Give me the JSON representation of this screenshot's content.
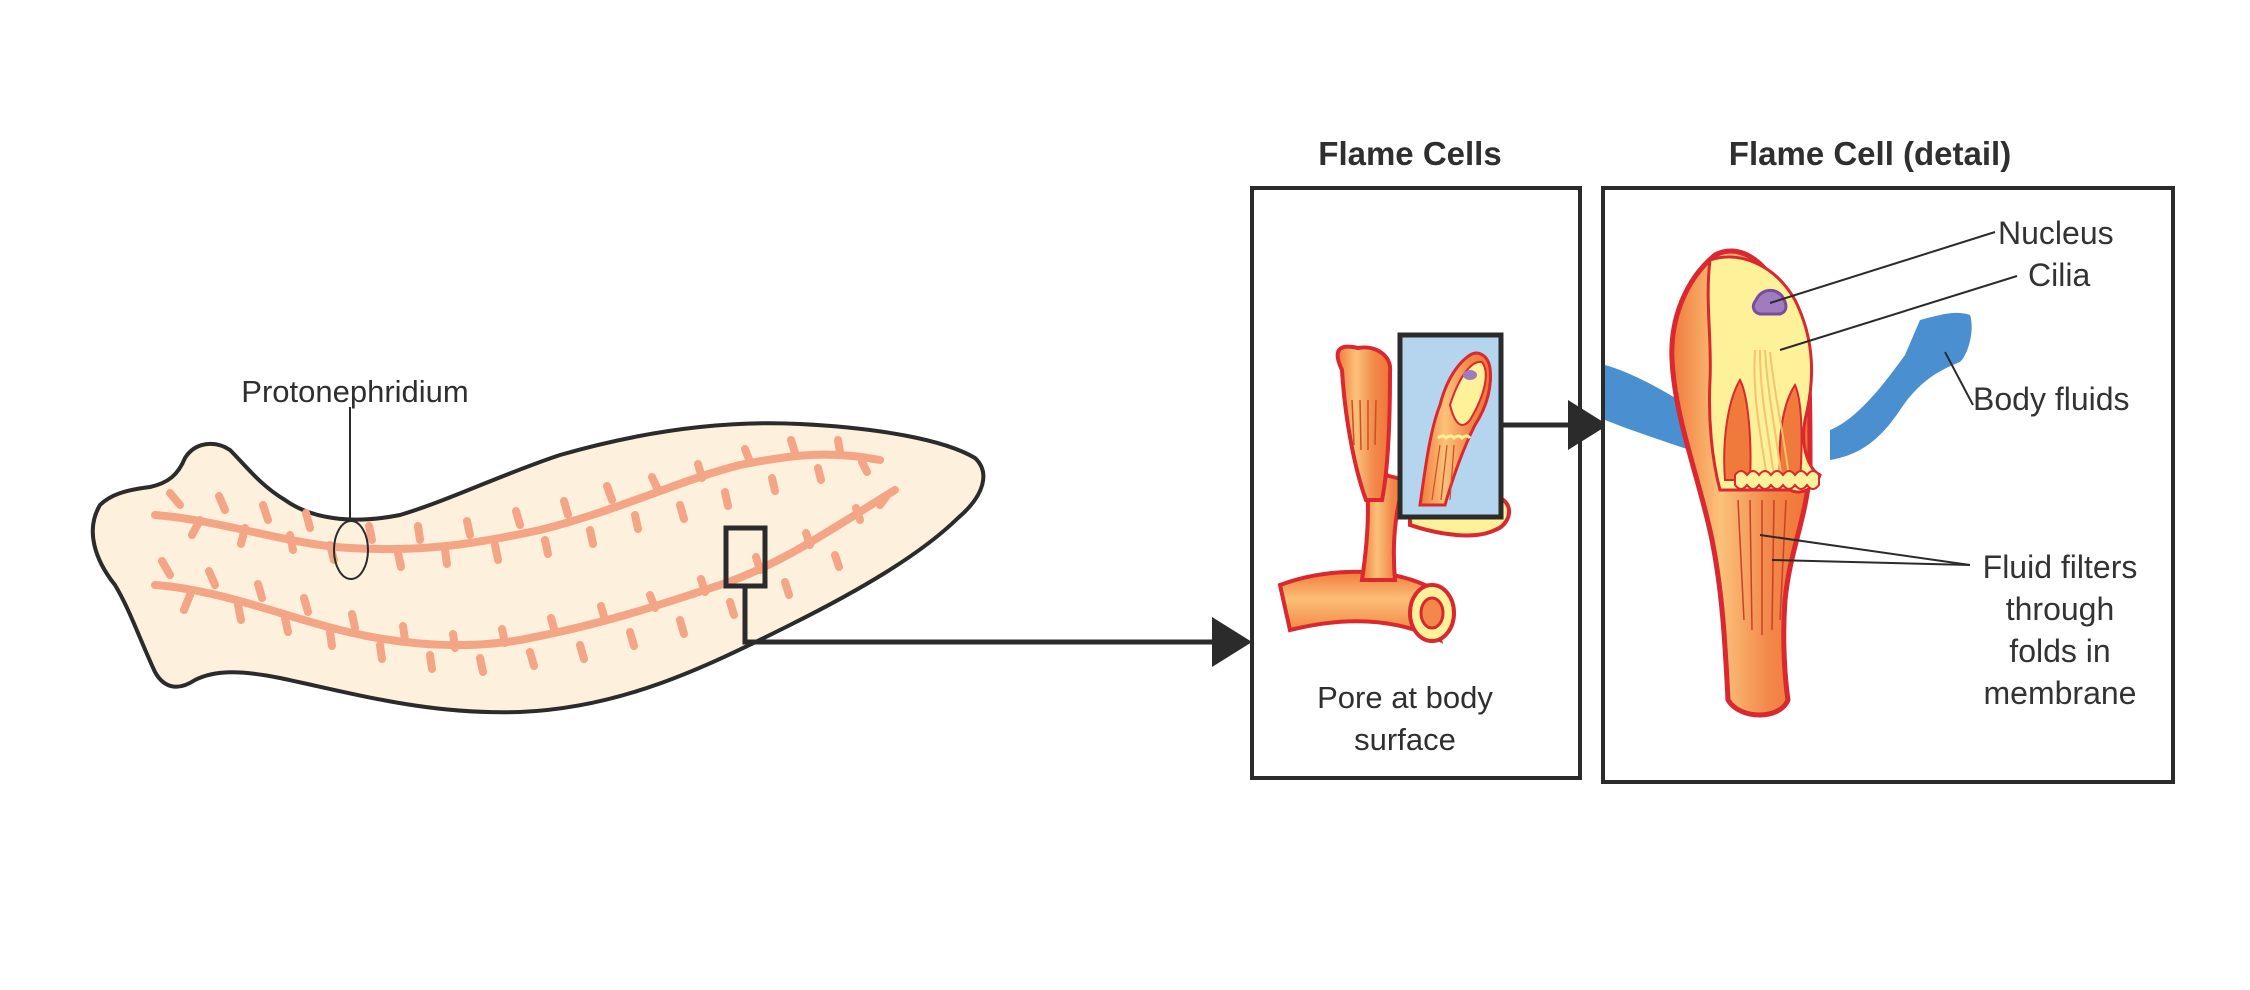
{
  "diagram": {
    "subject": "Protonephridia / flame cell excretory system of a flatworm",
    "worm": {
      "label": "Protonephridium"
    },
    "panels": [
      {
        "title": "Flame Cells",
        "caption_lines": [
          "Pore at body",
          "surface"
        ]
      },
      {
        "title": "Flame Cell (detail)",
        "labels": {
          "nucleus": "Nucleus",
          "cilia": "Cilia",
          "body_fluids": "Body fluids",
          "fluid_filters_lines": [
            "Fluid filters",
            "through",
            "folds in",
            "membrane"
          ]
        }
      }
    ],
    "colors": {
      "worm_body": "#fdf0dc",
      "tubules": "#f4a585",
      "outline": "#2b2b2b",
      "cell_orange": "#f2884a",
      "cell_yellow": "#fdf19a",
      "cell_outline": "#d9282f",
      "nucleus": "#a07bbf",
      "body_fluid": "#4a8fd0",
      "inset_bg": "#b5d5ef"
    }
  }
}
